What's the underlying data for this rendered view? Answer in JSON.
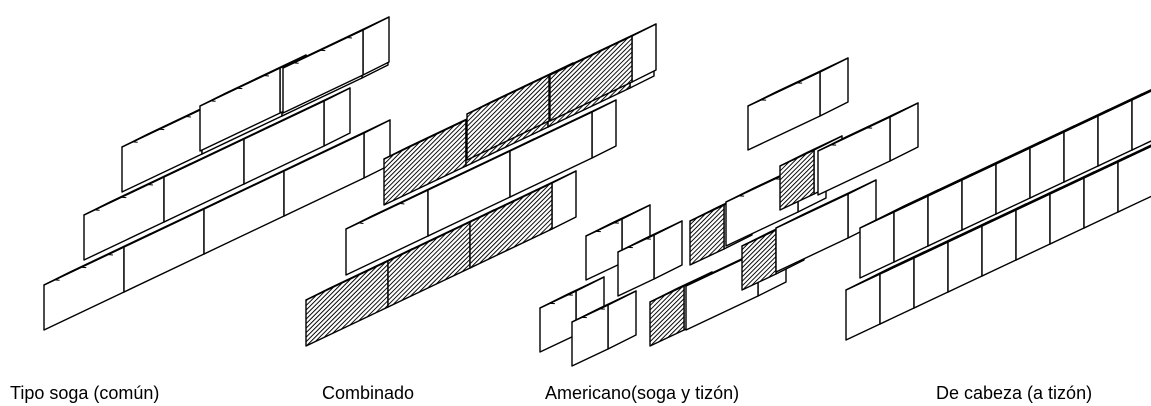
{
  "panels": [
    {
      "id": "soga",
      "caption": "Tipo soga (común)"
    },
    {
      "id": "combo",
      "caption": "Combinado"
    },
    {
      "id": "american",
      "caption": "Americano(soga y tizón)"
    },
    {
      "id": "cabeza",
      "caption": "De cabeza (a tizón)"
    }
  ]
}
